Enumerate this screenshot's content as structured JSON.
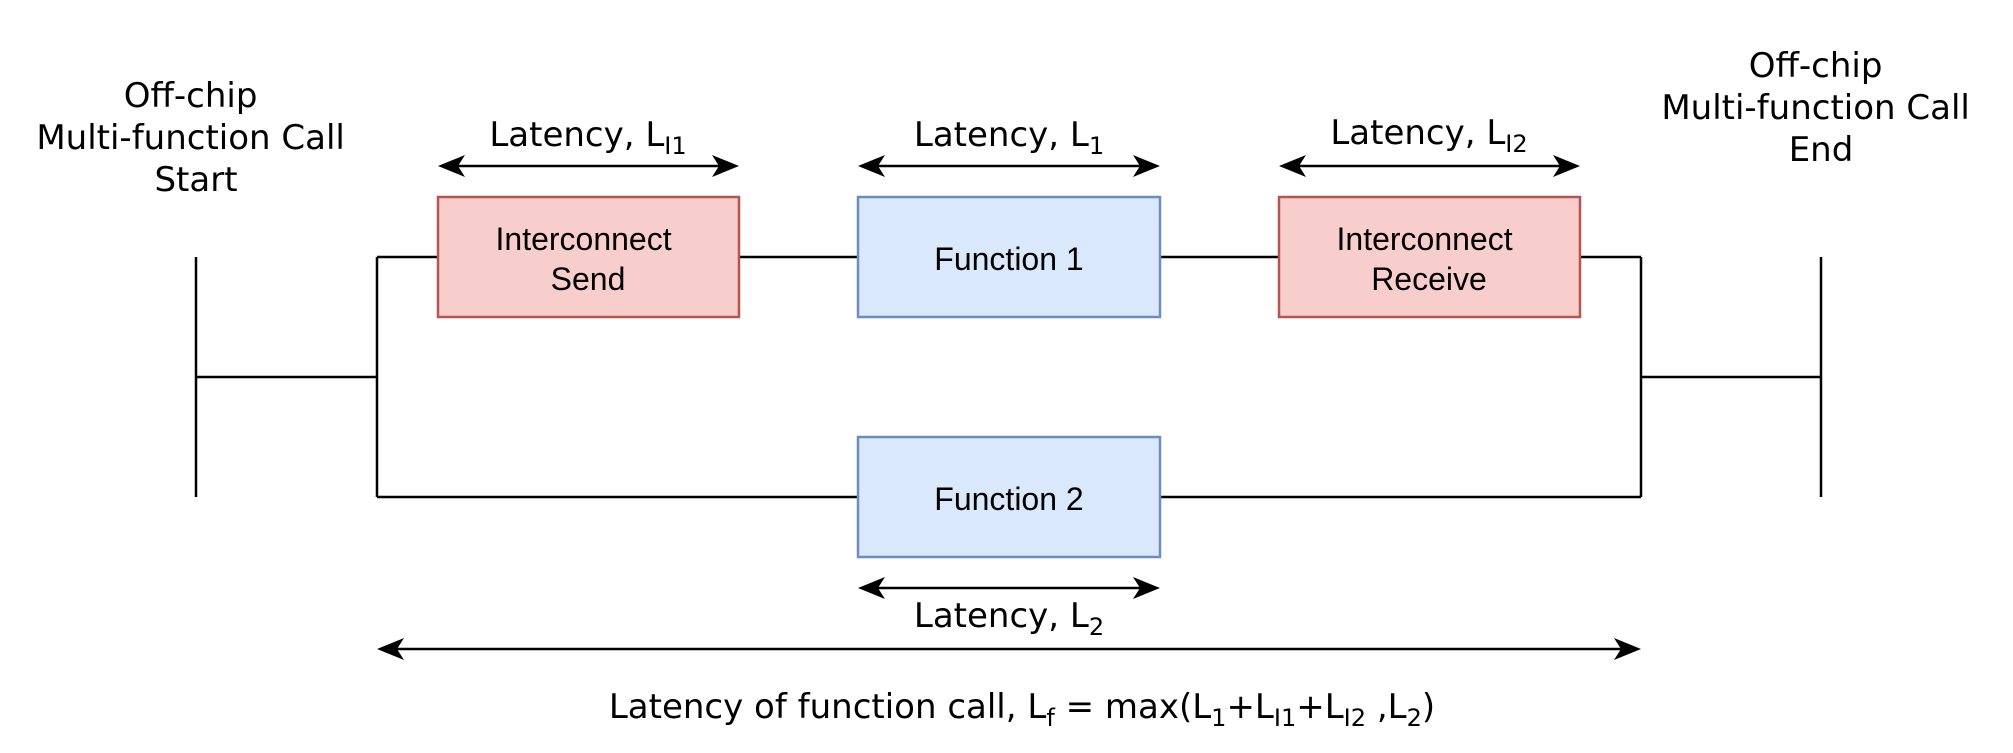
{
  "start_label": [
    "Off-chip",
    "Multi-function Call",
    "Start"
  ],
  "end_label": [
    "Off-chip",
    "Multi-function Call",
    "End"
  ],
  "boxes": {
    "interconnect_send": [
      "Interconnect",
      "Send"
    ],
    "function1": [
      "Function 1"
    ],
    "interconnect_receive": [
      "Interconnect",
      "Receive"
    ],
    "function2": [
      "Function 2"
    ]
  },
  "latencies": {
    "li1": {
      "text": "Latency, L",
      "sub": "I1"
    },
    "l1": {
      "text": "Latency, L",
      "sub": "1"
    },
    "li2": {
      "text": "Latency, L",
      "sub": "I2"
    },
    "l2": {
      "text": "Latency, L",
      "sub": "2"
    }
  },
  "total": {
    "prefix": "Latency of function call, L",
    "f_sub": "f",
    "eq": " = max(L",
    "s1": "1",
    "plus1": "+L",
    "s2": "I1",
    "plus2": "+L",
    "s3": "I2",
    "mid": " ,L",
    "s4": "2",
    "close": ")"
  },
  "colors": {
    "red_fill": "#f8cecc",
    "red_stroke": "#b85450",
    "blue_fill": "#dae8fc",
    "blue_stroke": "#6c8ebf"
  }
}
